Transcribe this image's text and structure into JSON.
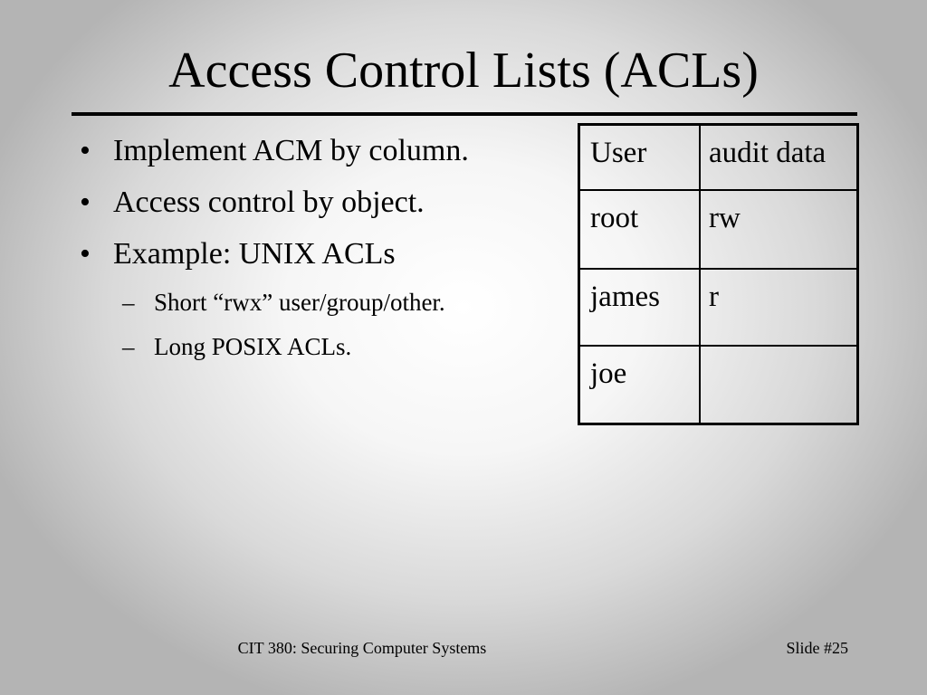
{
  "slide": {
    "title": "Access Control Lists (ACLs)",
    "bullets": [
      {
        "symbol": "•",
        "text": "Implement ACM by column."
      },
      {
        "symbol": "•",
        "text": "Access control by object."
      },
      {
        "symbol": "•",
        "text": "Example: UNIX ACLs"
      }
    ],
    "subbullets": [
      {
        "symbol": "–",
        "text": "Short “rwx” user/group/other."
      },
      {
        "symbol": "–",
        "text": "Long POSIX ACLs."
      }
    ],
    "table": {
      "rows": [
        {
          "user": "User",
          "data": "audit data"
        },
        {
          "user": "root",
          "data": "rw"
        },
        {
          "user": "james",
          "data": "r"
        },
        {
          "user": "joe",
          "data": ""
        }
      ]
    },
    "footer": {
      "course": "CIT 380: Securing Computer Systems",
      "slide_number": "Slide #25"
    }
  }
}
